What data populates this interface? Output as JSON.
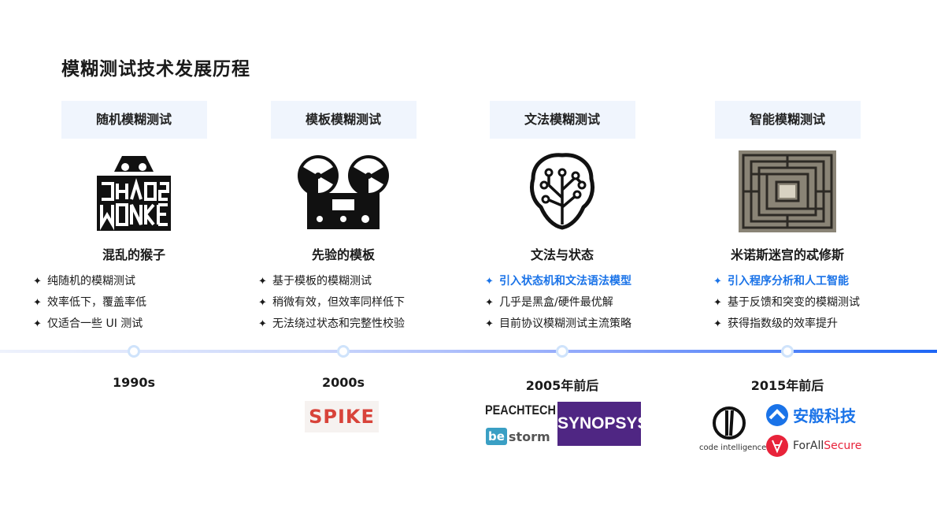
{
  "title": "模糊测试技术发展历程",
  "stages": [
    {
      "tag": "随机模糊测试",
      "icon": "chaos-monkey-icon",
      "subtitle": "混乱的猴子",
      "bullets": [
        {
          "text": "纯随机的模糊测试",
          "highlight": false
        },
        {
          "text": "效率低下，覆盖率低",
          "highlight": false
        },
        {
          "text": "仅适合一些 UI 测试",
          "highlight": false
        }
      ],
      "year": "1990s",
      "logos": []
    },
    {
      "tag": "模板模糊测试",
      "icon": "tape-recorder-icon",
      "subtitle": "先验的模板",
      "bullets": [
        {
          "text": "基于模板的模糊测试",
          "highlight": false
        },
        {
          "text": "稍微有效，但效率同样低下",
          "highlight": false
        },
        {
          "text": "无法绕过状态和完整性校验",
          "highlight": false
        }
      ],
      "year": "2000s",
      "logos": [
        "SPIKE"
      ]
    },
    {
      "tag": "文法模糊测试",
      "icon": "brain-tree-icon",
      "subtitle": "文法与状态",
      "bullets": [
        {
          "text": "引入状态机和文法语法模型",
          "highlight": true
        },
        {
          "text": "几乎是黑盒/硬件最优解",
          "highlight": false
        },
        {
          "text": "目前协议模糊测试主流策略",
          "highlight": false
        }
      ],
      "year": "2005年前后",
      "logos": [
        "PEACHTECH",
        "be",
        "storm",
        "SYNOPSYS"
      ]
    },
    {
      "tag": "智能模糊测试",
      "icon": "labyrinth-icon",
      "subtitle": "米诺斯迷宫的忒修斯",
      "bullets": [
        {
          "text": "引入程序分析和人工智能",
          "highlight": true
        },
        {
          "text": "基于反馈和突变的模糊测试",
          "highlight": false
        },
        {
          "text": "获得指数级的效率提升",
          "highlight": false
        }
      ],
      "year": "2015年前后",
      "logos": [
        "code intelligence",
        "安般科技",
        "ForAll",
        "Secure"
      ]
    }
  ],
  "bullet_symbol": "✦",
  "colors": {
    "accent": "#1a73e8",
    "tag_bg": "#f0f5fd",
    "synopsys": "#4f2683",
    "forallsecure": "#e8233a",
    "bestorm": "#3a9fc4"
  }
}
